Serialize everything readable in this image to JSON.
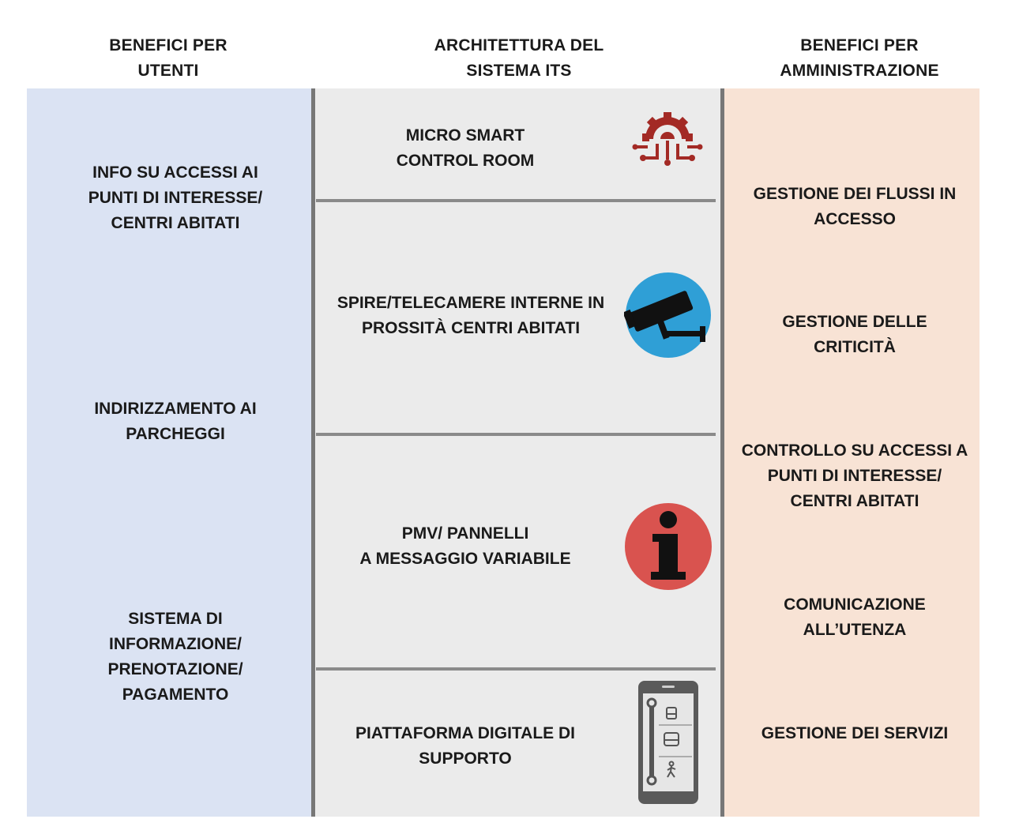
{
  "headers": {
    "left": [
      "BENEFICI PER",
      "UTENTI"
    ],
    "middle": [
      "ARCHITETTURA DEL",
      "SISTEMA ITS"
    ],
    "right": [
      "BENEFICI PER",
      "AMMINISTRAZIONE"
    ]
  },
  "users_benefits": [
    [
      "INFO SU ACCESSI AI",
      "PUNTI DI INTERESSE/",
      "CENTRI ABITATI"
    ],
    [
      "INDIRIZZAMENTO AI",
      "PARCHEGGI"
    ],
    [
      "SISTEMA DI",
      "INFORMAZIONE/",
      "PRENOTAZIONE/",
      "PAGAMENTO"
    ]
  ],
  "architecture": [
    {
      "lines": [
        "MICRO SMART",
        "CONTROL ROOM"
      ],
      "icon": "control-room-gear-icon",
      "icon_color": "#a32a25"
    },
    {
      "lines": [
        "SPIRE/TELECAMERE INTERNE IN",
        "PROSSITÀ CENTRI ABITATI"
      ],
      "icon": "security-camera-icon",
      "icon_color": "#2f9fd6"
    },
    {
      "lines": [
        "PMV/ PANNELLI",
        "A MESSAGGIO VARIABILE"
      ],
      "icon": "info-icon",
      "icon_color": "#d9534f"
    },
    {
      "lines": [
        "PIATTAFORMA DIGITALE DI",
        "SUPPORTO"
      ],
      "icon": "smartphone-app-icon",
      "icon_color": "#555555"
    }
  ],
  "admin_benefits": [
    [
      "GESTIONE DEI FLUSSI IN",
      "ACCESSO"
    ],
    [
      "GESTIONE DELLE",
      "CRITICITÀ"
    ],
    [
      "CONTROLLO SU ACCESSI A",
      "PUNTI DI INTERESSE/",
      "CENTRI ABITATI"
    ],
    [
      "COMUNICAZIONE",
      "ALL’UTENZA"
    ],
    [
      "GESTIONE DEI SERVIZI"
    ]
  ],
  "colors": {
    "users_column": "#dbe3f3",
    "architecture_column": "#ebebeb",
    "admin_column": "#f8e3d5",
    "divider": "#777777"
  }
}
